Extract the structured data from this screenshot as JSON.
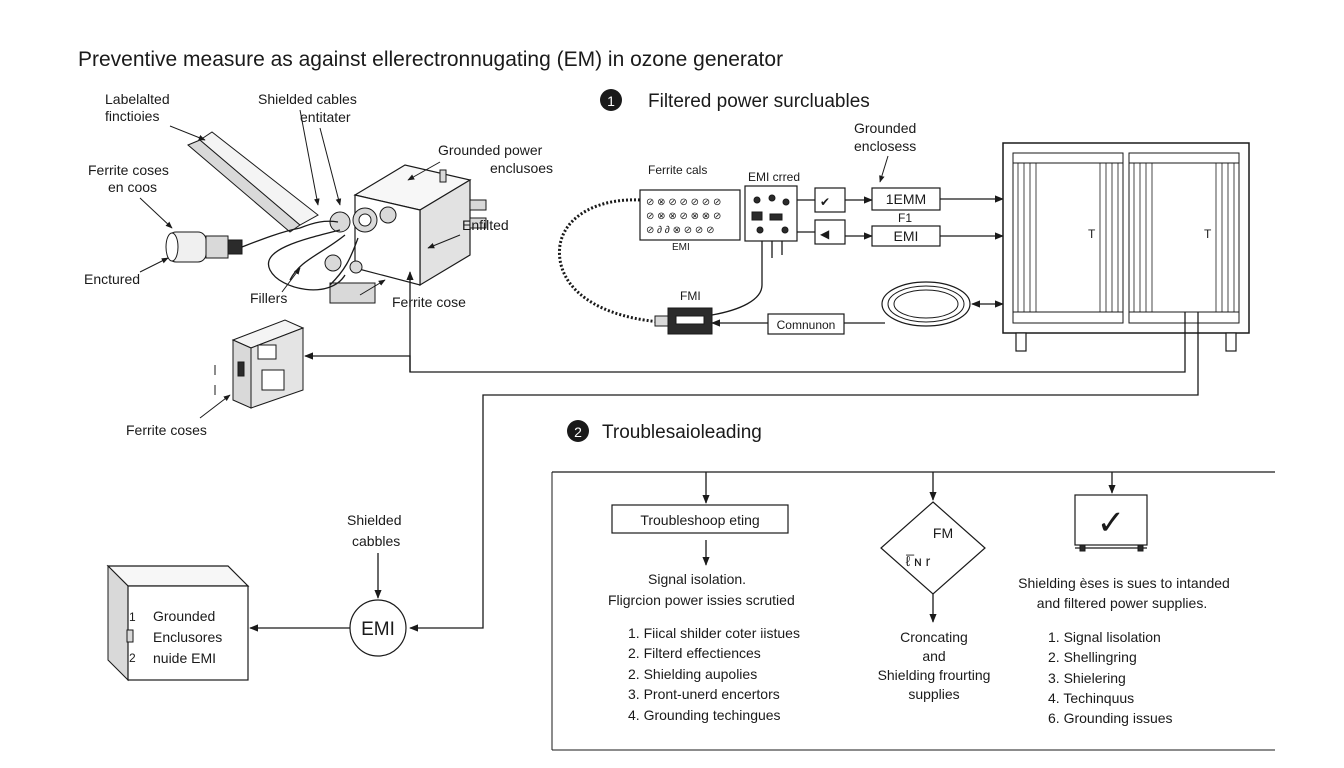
{
  "title": "Preventive measure as against ellerectronnugating (EM) in ozone generator",
  "left_diagram": {
    "labels": {
      "labelalted": "Labelalted",
      "finctioies": "finctioies",
      "shielded_cables": "Shielded cables",
      "entitater": "entitater",
      "grounded_power": "Grounded power",
      "enclusoes": "enclusoes",
      "ferrite_coses": "Ferrite coses",
      "en_coos": "en coos",
      "enfilted": "Enfilted",
      "enctured": "Enctured",
      "fillers": "Fillers",
      "ferrite_cose": "Ferrite cose",
      "ferrite_coses_bottom": "Ferrite coses"
    }
  },
  "section1": {
    "number": "1",
    "title": "Filtered power surcluables",
    "labels": {
      "grounded": "Grounded",
      "encloses": "enclosess",
      "ferrite_cals": "Ferrite cals",
      "emi_crred": "EMI crred",
      "emi_small": "EMI",
      "box_1emm": "1EMM",
      "f1": "F1",
      "box_emi": "EMI",
      "fmi": "FMI",
      "comnunon": "Comnunon",
      "cab_t_left": "T",
      "cab_t_right": "T",
      "panel_row1": "⊘ ⊗ ⊘ ⊘ ⊘ ⊘ ⊘",
      "panel_row2": "⊘ ⊗ ⊗ ⊘ ⊗ ⊗ ⊘",
      "panel_row3": "⊘ ∂ ∂ ⊗ ⊘ ⊘ ⊘"
    }
  },
  "bottom_left": {
    "shielded": "Shielded",
    "cabbles": "cabbles",
    "emi_circle": "EMI",
    "box_lines": [
      "Grounded",
      "Enclusores",
      "nuide EMI"
    ],
    "box_marks": [
      "1",
      "",
      "2"
    ]
  },
  "section2": {
    "number": "2",
    "title": "Troublesaioleading",
    "col1": {
      "box": "Troubleshoop eting",
      "heading": [
        "Signal isolation.",
        "Fligrcion power issies scrutied"
      ],
      "items": [
        "1.  Fiical shilder coter iistues",
        "2.  Filterd effectiences",
        "2.  Shielding aupolies",
        "3.  Pront-unerd encertors",
        "4.  Grounding techingues"
      ]
    },
    "col2": {
      "diamond_top": "FM",
      "diamond_bottom": "ℓ̅ ɴ r",
      "text": [
        "Croncating",
        "and",
        "Shielding frourting",
        "supplies"
      ]
    },
    "col3": {
      "check": "✓",
      "heading": [
        "Shielding èses is sues to intanded",
        "and filtered power supplies."
      ],
      "items": [
        "1.  Signal lisolation",
        "2.  Shellingring",
        "3.  Shielering",
        "4.  Techinquus",
        "6.  Grounding issues"
      ]
    }
  }
}
